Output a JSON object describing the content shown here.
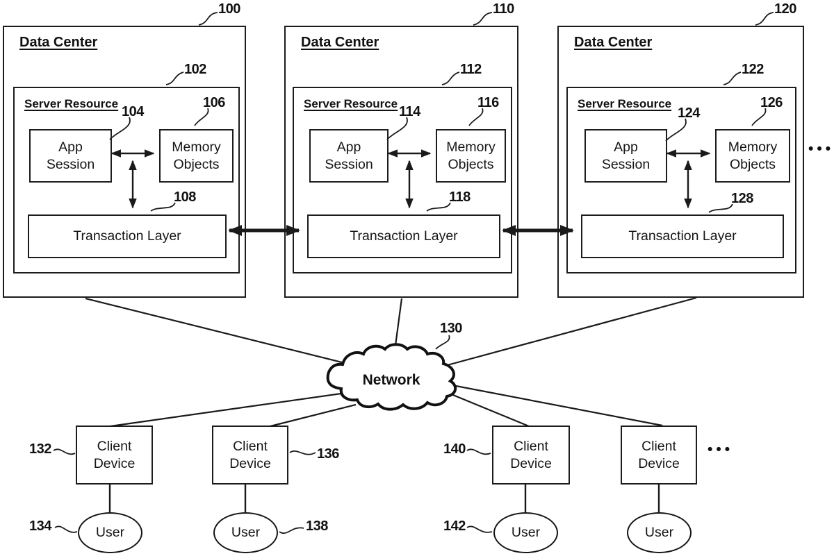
{
  "colors": {
    "line": "#1a1a1a",
    "background": "#ffffff",
    "text": "#111111"
  },
  "diagram": {
    "data_centers": [
      {
        "ref": "100",
        "title": "Data Center",
        "server_resource": {
          "ref": "102",
          "title": "Server Resource",
          "app_session": {
            "ref": "104",
            "label": "App Session"
          },
          "memory_objects": {
            "ref": "106",
            "label": "Memory Objects"
          },
          "transaction_layer": {
            "ref": "108",
            "label": "Transaction Layer"
          }
        }
      },
      {
        "ref": "110",
        "title": "Data Center",
        "server_resource": {
          "ref": "112",
          "title": "Server Resource",
          "app_session": {
            "ref": "114",
            "label": "App Session"
          },
          "memory_objects": {
            "ref": "116",
            "label": "Memory Objects"
          },
          "transaction_layer": {
            "ref": "118",
            "label": "Transaction Layer"
          }
        }
      },
      {
        "ref": "120",
        "title": "Data Center",
        "server_resource": {
          "ref": "122",
          "title": "Server Resource",
          "app_session": {
            "ref": "124",
            "label": "App Session"
          },
          "memory_objects": {
            "ref": "126",
            "label": "Memory Objects"
          },
          "transaction_layer": {
            "ref": "128",
            "label": "Transaction Layer"
          }
        }
      }
    ],
    "more_data_centers_indicator": "•••",
    "network": {
      "ref": "130",
      "label": "Network"
    },
    "client_devices": [
      {
        "ref": "132",
        "label": "Client Device",
        "user": {
          "ref": "134",
          "label": "User"
        }
      },
      {
        "ref": "136",
        "label": "Client Device",
        "user": {
          "ref": "138",
          "label": "User"
        }
      },
      {
        "ref": "140",
        "label": "Client Device",
        "user": {
          "ref": "142",
          "label": "User"
        }
      },
      {
        "ref": "",
        "label": "Client Device",
        "user": {
          "ref": "",
          "label": "User"
        }
      }
    ],
    "more_client_devices_indicator": "•••"
  }
}
